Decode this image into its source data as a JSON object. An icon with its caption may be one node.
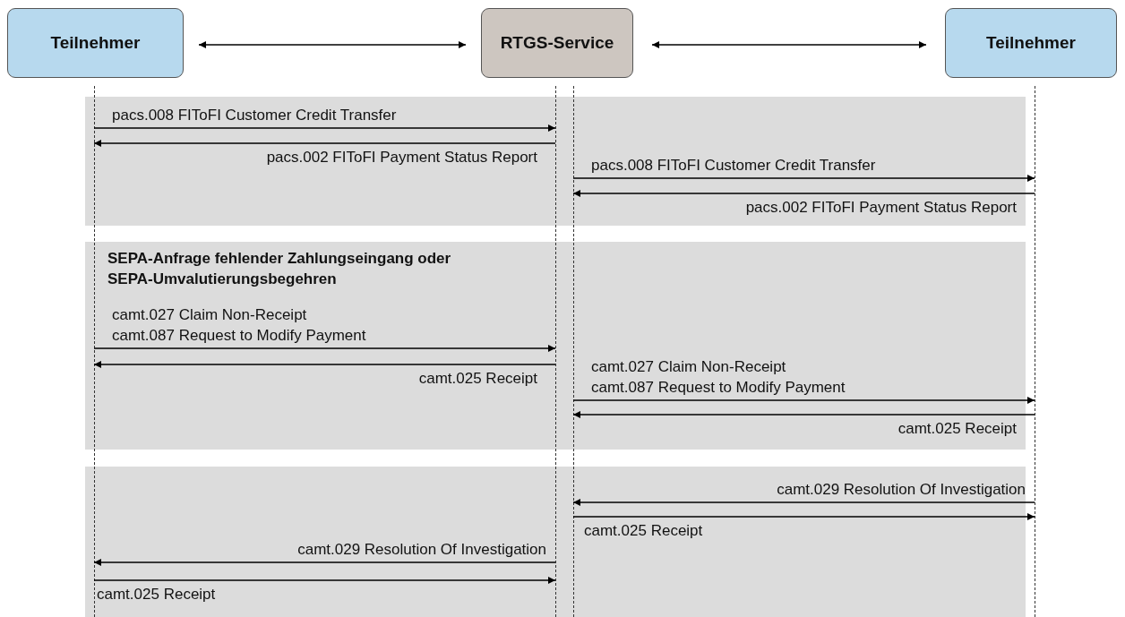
{
  "diagram": {
    "nodes": [
      {
        "text": [
          "Teilnehmer"
        ]
      },
      {
        "text": [
          "RTGS-Service"
        ]
      },
      {
        "text": [
          "Teilnehmer"
        ]
      },
      {
        "text": [],
        "shape": "line"
      },
      {
        "text": [],
        "shape": "line"
      },
      {
        "text": [],
        "shape": "line"
      },
      {
        "text": [],
        "shape": "line"
      }
    ],
    "labels": [
      "SEPA-Anfrage fehlender Zahlungseingang oder SEPA-Umvalutierungsbegehren"
    ],
    "edges": [
      {
        "from": 0,
        "to": 1,
        "arrow": "both"
      },
      {
        "from": 1,
        "to": 2,
        "arrow": "both"
      },
      {
        "from": 3,
        "to": 4,
        "arrow": "to",
        "label": "pacs.008 FIToFI Customer Credit Transfer"
      },
      {
        "from": 4,
        "to": 3,
        "arrow": "to",
        "label": "pacs.002 FIToFI Payment Status Report"
      },
      {
        "from": 5,
        "to": 6,
        "arrow": "to",
        "label": "pacs.008 FIToFI Customer Credit Transfer"
      },
      {
        "from": 6,
        "to": 5,
        "arrow": "to",
        "label": "pacs.002 FIToFI Payment Status Report"
      },
      {
        "from": 3,
        "to": 4,
        "arrow": "to",
        "label": "camt.027 Claim Non-Receipt camt.087 Request to Modify Payment"
      },
      {
        "from": 4,
        "to": 3,
        "arrow": "to",
        "label": "camt.025 Receipt"
      },
      {
        "from": 5,
        "to": 6,
        "arrow": "to",
        "label": "camt.027 Claim Non-Receipt camt.087 Request to Modify Payment"
      },
      {
        "from": 6,
        "to": 5,
        "arrow": "to",
        "label": "camt.025 Receipt"
      },
      {
        "from": 6,
        "to": 5,
        "arrow": "to",
        "label": "camt.029 Resolution Of Investigation"
      },
      {
        "from": 5,
        "to": 6,
        "arrow": "to",
        "label": "camt.025 Receipt"
      },
      {
        "from": 4,
        "to": 3,
        "arrow": "to",
        "label": "camt.029 Resolution Of Investigation"
      },
      {
        "from": 3,
        "to": 4,
        "arrow": "to",
        "label": "camt.025 Receipt"
      }
    ]
  }
}
